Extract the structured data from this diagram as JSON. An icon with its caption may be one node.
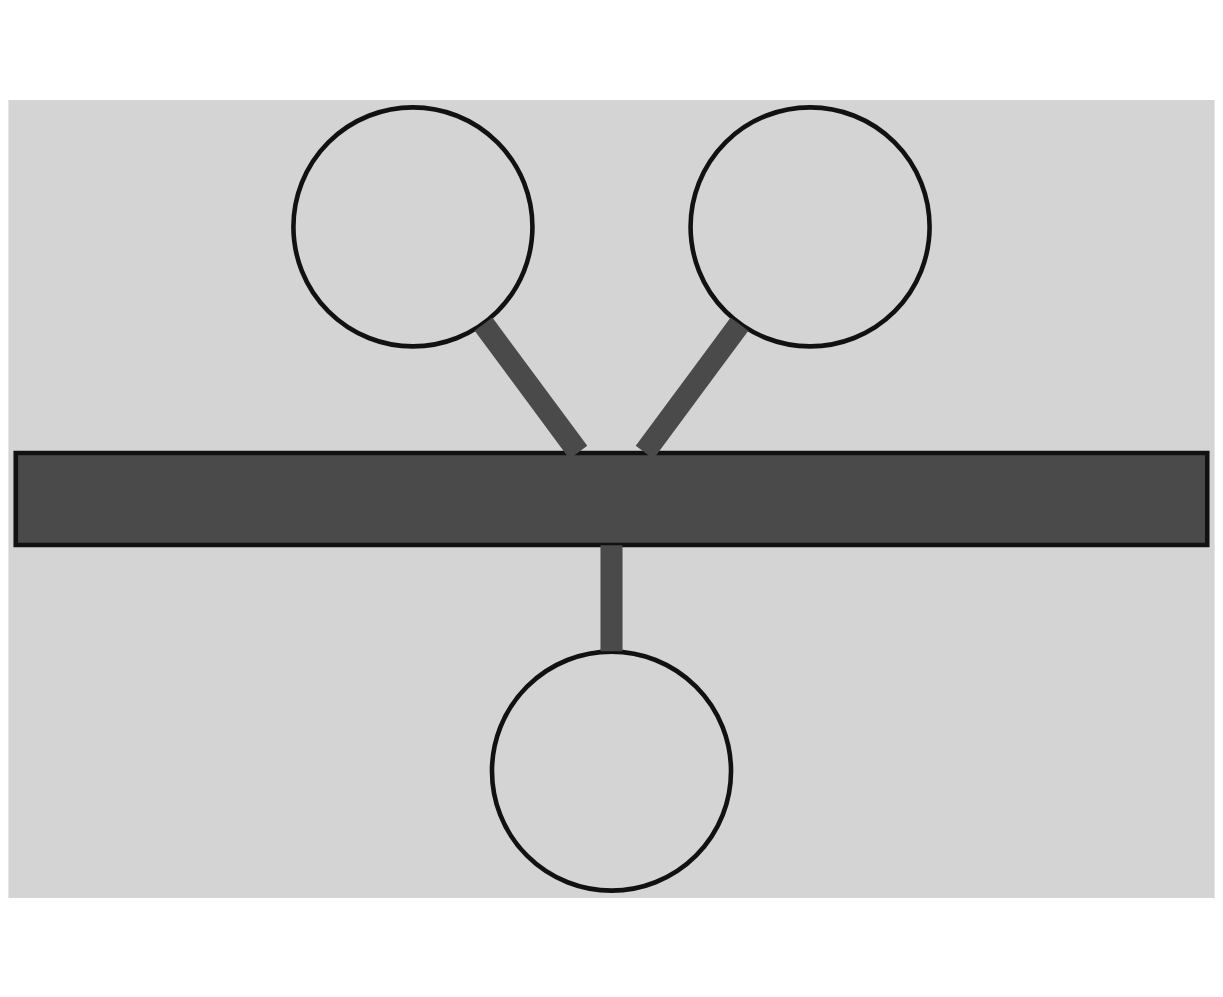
{
  "diagram": {
    "nodes": [
      {
        "text": [],
        "shape": "circle"
      },
      {
        "text": [],
        "shape": "circle"
      },
      {
        "text": [],
        "shape": "bar"
      },
      {
        "text": [],
        "shape": "circle"
      }
    ],
    "edges": [
      {
        "from": 0,
        "to": 2,
        "arrow": "none"
      },
      {
        "from": 1,
        "to": 2,
        "arrow": "none"
      },
      {
        "from": 2,
        "to": 3,
        "arrow": "none"
      }
    ]
  }
}
